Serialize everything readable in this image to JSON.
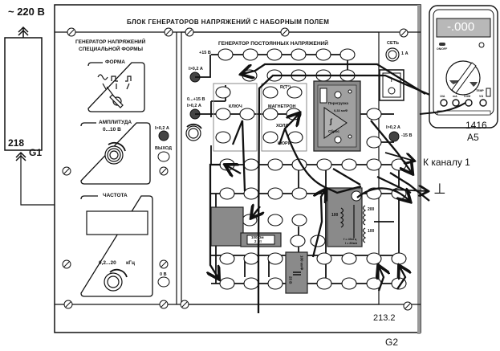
{
  "supply": {
    "label": "~ 220 В"
  },
  "g1": {
    "model": "218",
    "designator": "G1"
  },
  "g2": {
    "title": "БЛОК ГЕНЕРАТОРОВ НАПРЯЖЕНИЙ С НАБОРНЫМ ПОЛЕМ",
    "model": "213.2",
    "designator": "G2",
    "special_generator": {
      "title_line1": "ГЕНЕРАТОР НАПРЯЖЕНИЙ",
      "title_line2": "СПЕЦИАЛЬНОЙ ФОРМЫ",
      "form": {
        "label": "ФОРМА",
        "options": [
          "sine",
          "square",
          "pulse"
        ]
      },
      "amplitude": {
        "label": "АМПЛИТУДА",
        "range": "0...10 В"
      },
      "overload_label": "I>0,2 А",
      "output_label": "ВЫХОД",
      "frequency": {
        "label": "ЧАСТОТА",
        "range": "0,2...20",
        "unit": "кГц",
        "display": ""
      },
      "ground_label": "0 В"
    },
    "dc_generator": {
      "title": "ГЕНЕРАТОР ПОСТОЯННЫХ НАПРЯЖЕНИЙ",
      "plus15_label": "+15 В",
      "overload_top": "I>0,2 А",
      "adj_label": "0...+15 В",
      "overload_adj": "I>0,2 А",
      "overload_right": "I>0,2 А",
      "minus15_label": "-15 В"
    },
    "mains": {
      "label": "СЕТЬ",
      "fuse": "1 А",
      "switch_mark": "I"
    },
    "components": {
      "key": "КЛЮЧ",
      "thermistor": "R(T°)",
      "magnetron": "МАГНЕТРОН",
      "hall": "ХОЛЛ",
      "curie": "КЮРИ",
      "integrator_overload": "Перегрузка",
      "integrator_cap": "0,33 мкФ",
      "integrator_reset": "Сброс",
      "integrator_symbol": "∫",
      "resistor_value": "100 Ом",
      "resistor_power": "2 Вт",
      "capacitor_value": "100 мкФ",
      "capacitor_voltage": "25 В",
      "transformer_primary": "100",
      "transformer_secondary_top": "200",
      "transformer_secondary_bottom": "100",
      "transformer_spec_line1": "f = 40кГц",
      "transformer_spec_line2": "I = 80мА"
    }
  },
  "multimeter": {
    "display": "-.000",
    "power_label": "ON/OFF",
    "model": "1416",
    "designator": "A5",
    "jacks": [
      "10A",
      "mA",
      "COM",
      "VΩ"
    ],
    "temp_label": "TEMP"
  },
  "connections": {
    "channel1": "К каналу 1",
    "ground_symbol": "⊥"
  }
}
